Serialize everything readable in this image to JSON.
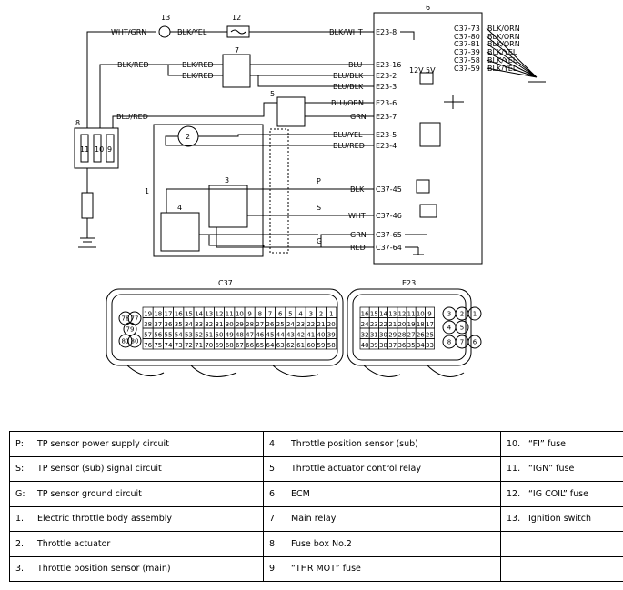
{
  "diagram": {
    "wires": {
      "wht_grn": "WHT/GRN",
      "blk_yel_top": "BLK/YEL",
      "blk_wht": "BLK/WHT",
      "blk_red_left": "BLK/RED",
      "blk_red_r1": "BLK/RED",
      "blk_red_r2": "BLK/RED",
      "blu": "BLU",
      "blu_blk_1": "BLU/BLK",
      "blu_blk_2": "BLU/BLK",
      "blu_red_left": "BLU/RED",
      "blu_orn": "BLU/ORN",
      "grn_1": "GRN",
      "blu_yel": "BLU/YEL",
      "blu_red": "BLU/RED",
      "blk": "BLK",
      "wht": "WHT",
      "grn_2": "GRN",
      "red": "RED",
      "blk_orn_1": "BLK/ORN",
      "blk_orn_2": "BLK/ORN",
      "blk_orn_3": "BLK/ORN",
      "blk_yel_1": "BLK/YEL",
      "blk_yel_2": "BLK/YEL",
      "blk_yel_3": "BLK/YEL"
    },
    "terminals": {
      "e23_8": "E23-8",
      "e23_16": "E23-16",
      "e23_2": "E23-2",
      "e23_3": "E23-3",
      "e23_6": "E23-6",
      "e23_7": "E23-7",
      "e23_5": "E23-5",
      "e23_4": "E23-4",
      "c37_45": "C37-45",
      "c37_46": "C37-46",
      "c37_65": "C37-65",
      "c37_64": "C37-64",
      "c37_73": "C37-73",
      "c37_80": "C37-80",
      "c37_81": "C37-81",
      "c37_39": "C37-39",
      "c37_58": "C37-58",
      "c37_59": "C37-59"
    },
    "numbers": {
      "n1": "1",
      "n2": "2",
      "n3": "3",
      "n4": "4",
      "n5": "5",
      "n6": "6",
      "n7": "7",
      "n8": "8",
      "n12": "12",
      "n13": "13",
      "f11": "11",
      "f10": "10",
      "f9": "9"
    },
    "circuits": {
      "p": "P",
      "s": "S",
      "g": "G"
    },
    "voltages": {
      "v12": "12V",
      "v5": "5V"
    },
    "connectors": {
      "c37": {
        "title": "C37",
        "row1": [
          "19",
          "18",
          "17",
          "16",
          "15",
          "14",
          "13",
          "12",
          "11",
          "10",
          "9",
          "8",
          "7",
          "6",
          "5",
          "4",
          "3",
          "2",
          "1"
        ],
        "row2": [
          "38",
          "37",
          "36",
          "35",
          "34",
          "33",
          "32",
          "31",
          "30",
          "29",
          "28",
          "27",
          "26",
          "25",
          "24",
          "23",
          "22",
          "21",
          "20"
        ],
        "row3": [
          "57",
          "56",
          "55",
          "54",
          "53",
          "52",
          "51",
          "50",
          "49",
          "48",
          "47",
          "46",
          "45",
          "44",
          "43",
          "42",
          "41",
          "40",
          "39"
        ],
        "row4": [
          "76",
          "75",
          "74",
          "73",
          "72",
          "71",
          "70",
          "69",
          "68",
          "67",
          "66",
          "65",
          "64",
          "63",
          "62",
          "61",
          "60",
          "59",
          "58"
        ],
        "round": [
          "78",
          "77",
          "79",
          "81",
          "80"
        ]
      },
      "e23": {
        "title": "E23",
        "row1": [
          "16",
          "15",
          "14",
          "13",
          "12",
          "11",
          "10",
          "9"
        ],
        "row2": [
          "24",
          "23",
          "22",
          "21",
          "20",
          "19",
          "18",
          "17"
        ],
        "row3": [
          "32",
          "31",
          "30",
          "29",
          "28",
          "27",
          "26",
          "25"
        ],
        "row4": [
          "40",
          "39",
          "38",
          "37",
          "36",
          "35",
          "34",
          "33"
        ],
        "round": [
          "3",
          "2",
          "1",
          "4",
          "5",
          "8",
          "7",
          "6"
        ]
      }
    }
  },
  "legend": {
    "rows": [
      [
        {
          "key": "P:",
          "text": "TP sensor power supply circuit"
        },
        {
          "key": "4.",
          "text": "Throttle position sensor (sub)"
        },
        {
          "key": "10.",
          "text": "“FI” fuse"
        }
      ],
      [
        {
          "key": "S:",
          "text": "TP sensor (sub) signal circuit"
        },
        {
          "key": "5.",
          "text": "Throttle actuator control relay"
        },
        {
          "key": "11.",
          "text": "“IGN” fuse"
        }
      ],
      [
        {
          "key": "G:",
          "text": "TP sensor ground circuit"
        },
        {
          "key": "6.",
          "text": "ECM"
        },
        {
          "key": "12.",
          "text": "“IG COIL” fuse"
        }
      ],
      [
        {
          "key": "1.",
          "text": "Electric throttle body assembly"
        },
        {
          "key": "7.",
          "text": "Main relay"
        },
        {
          "key": "13.",
          "text": "Ignition switch"
        }
      ],
      [
        {
          "key": "2.",
          "text": "Throttle actuator"
        },
        {
          "key": "8.",
          "text": "Fuse box No.2"
        },
        {
          "key": "",
          "text": ""
        }
      ],
      [
        {
          "key": "3.",
          "text": "Throttle position sensor (main)"
        },
        {
          "key": "9.",
          "text": "“THR MOT” fuse"
        },
        {
          "key": "",
          "text": ""
        }
      ]
    ]
  }
}
